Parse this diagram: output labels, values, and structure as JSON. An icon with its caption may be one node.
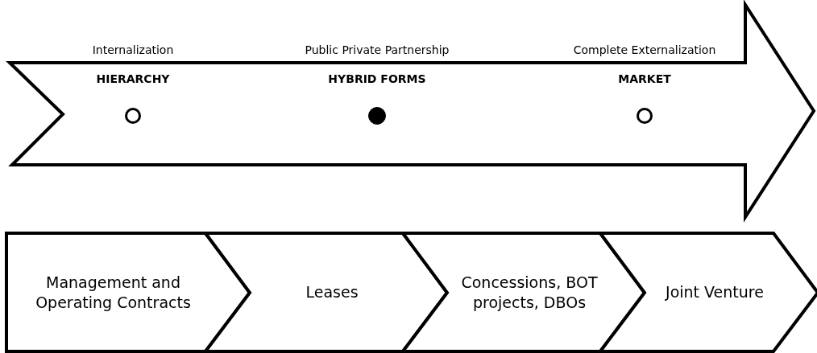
{
  "diagram": {
    "nodes": [
      {
        "text": [],
        "shape": "arrow"
      },
      {
        "text": [
          "HIERARCHY"
        ],
        "in": 0
      },
      {
        "text": [
          "HYBRID FORMS"
        ],
        "in": 0
      },
      {
        "text": [
          "MARKET"
        ],
        "in": 0
      },
      {
        "text": [
          "Management and Operating Contracts"
        ]
      },
      {
        "text": [
          "Leases"
        ]
      },
      {
        "text": [
          "Concessions, BOT projects, DBOs"
        ]
      },
      {
        "text": [
          "Joint Venture"
        ]
      }
    ],
    "labels": [
      "Internalization",
      "Public Private Partnership",
      "Complete Externalization"
    ]
  }
}
